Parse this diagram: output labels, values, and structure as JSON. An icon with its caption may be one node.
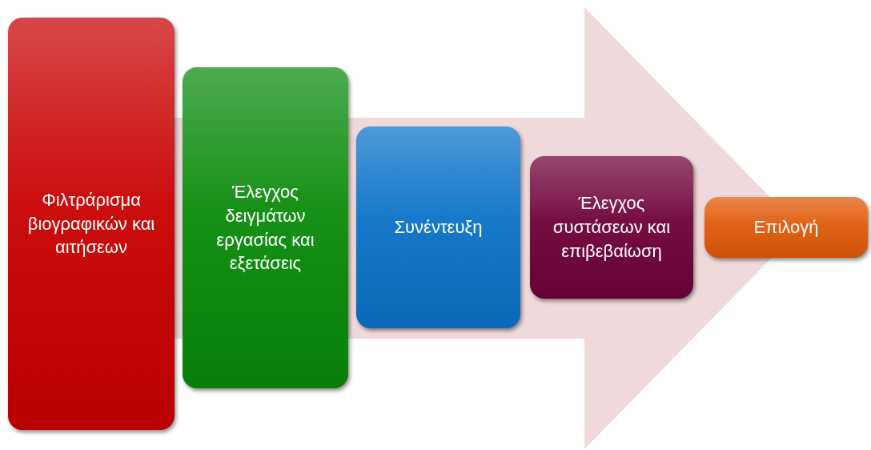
{
  "diagram": {
    "nodes": [
      {
        "text": [
          "Φιλτράρισμα βιογραφικών και αιτήσεων"
        ]
      },
      {
        "text": [
          "Έλεγχος δειγμάτων εργασίας και εξετάσεις"
        ]
      },
      {
        "text": [
          "Συνέντευξη"
        ]
      },
      {
        "text": [
          "Έλεγχος συστάσεων και επιβεβαίωση"
        ]
      },
      {
        "text": [
          "Επιλογή"
        ]
      }
    ],
    "edges": [
      {
        "from": 0,
        "to": 4,
        "arrow": "to"
      }
    ]
  }
}
